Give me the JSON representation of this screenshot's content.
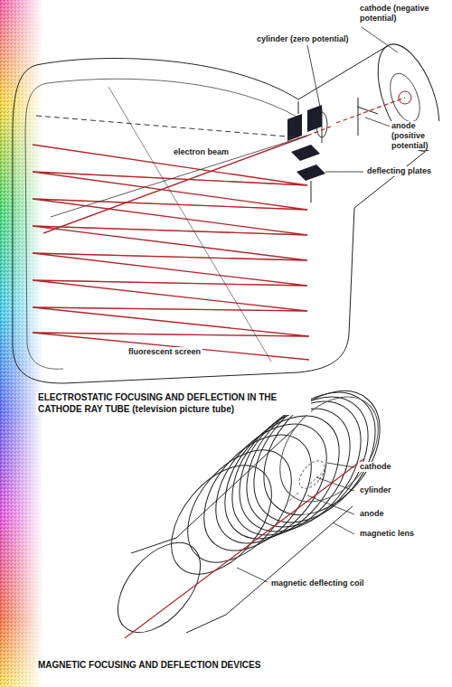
{
  "diagram": {
    "caption": "ELECTROSTATIC FOCUSING AND DEFLECTION IN THE CATHODE RAY TUBE (television picture tube)",
    "labels": [
      "cathode (negative potential)",
      "cylinder (zero potential)",
      "anode (positive potential)",
      "electron beam",
      "deflecting plates",
      "fluorescent screen",
      "cathode",
      "cylinder",
      "anode",
      "magnetic lens",
      "magnetic deflecting coil",
      "MAGNETIC FOCUSING AND DEFLECTION DEVICES"
    ]
  }
}
